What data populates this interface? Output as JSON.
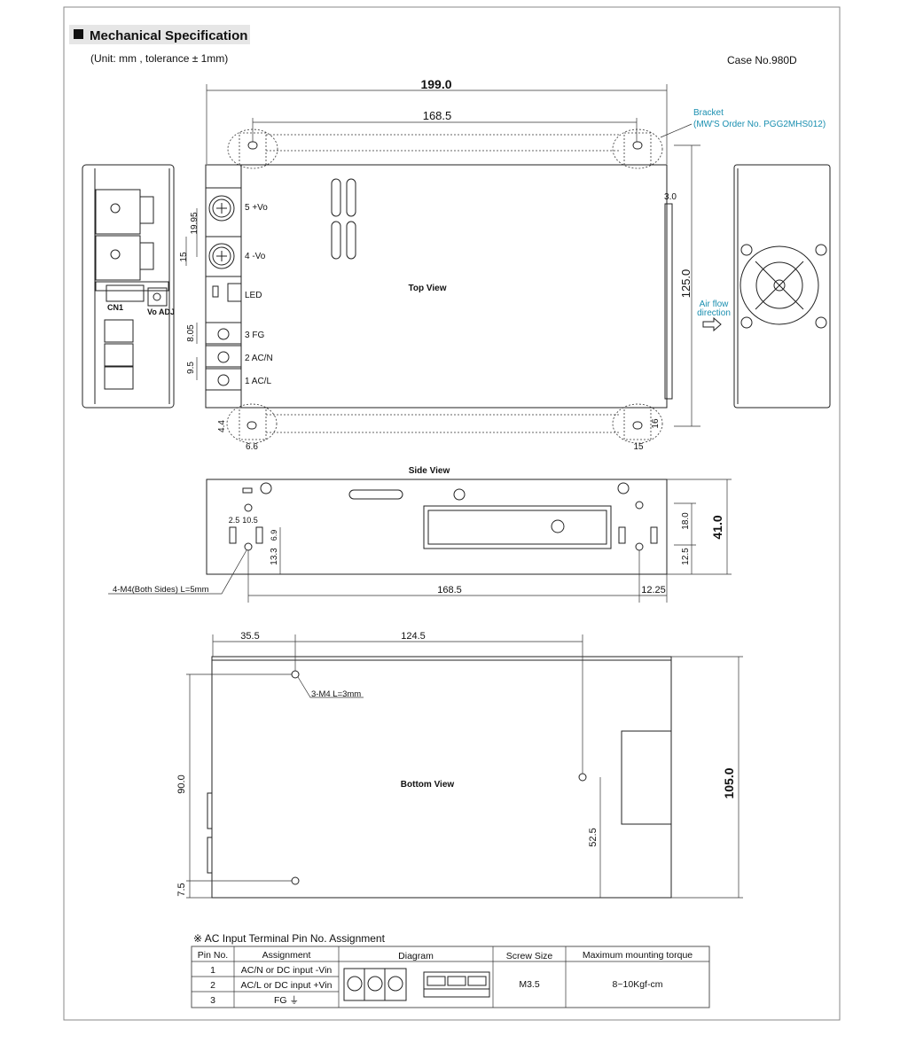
{
  "header": {
    "title": "Mechanical Specification",
    "unit_note": "(Unit: mm , tolerance ± 1mm)",
    "case_no": "Case No.980D"
  },
  "top_view": {
    "label": "Top View",
    "dim_overall_length": "199.0",
    "dim_bracket_pitch": "168.5",
    "bracket_label": "Bracket",
    "bracket_order": "(MW'S Order No. PGG2MHS012)",
    "dim_fan_offset": "3.0",
    "dim_width": "125.0",
    "airflow_line1": "Air flow",
    "airflow_line2": "direction",
    "terminals": [
      "5 +Vo",
      "4 -Vo",
      "LED",
      "3 FG",
      "2 AC/N",
      "1 AC/L"
    ],
    "dim_output_pitch": "19.95",
    "dim_output_size": "15",
    "dim_fg_pitch": "8.05",
    "dim_ac_pitch": "9.5",
    "dim_slot_height": "4.4",
    "dim_slot_width": "6.6",
    "dim_bracket_16": "16",
    "dim_bracket_15": "15",
    "cn1_label": "CN1",
    "voadj_label": "Vo ADJ"
  },
  "side_view": {
    "label": "Side View",
    "dim_2_5": "2.5",
    "dim_10_5": "10.5",
    "dim_6_9": "6.9",
    "dim_13_3": "13.3",
    "dim_18_0": "18.0",
    "dim_12_5": "12.5",
    "dim_height": "41.0",
    "dim_hole_pitch": "168.5",
    "dim_12_25": "12.25",
    "screw_note": "4-M4(Both Sides) L=5mm"
  },
  "bottom_view": {
    "label": "Bottom View",
    "dim_35_5": "35.5",
    "dim_124_5": "124.5",
    "screw_note": "3-M4 L=3mm",
    "dim_90_0": "90.0",
    "dim_52_5": "52.5",
    "dim_7_5": "7.5",
    "dim_105_0": "105.0"
  },
  "pin_table": {
    "title": "※ AC Input Terminal Pin No.  Assignment",
    "headers": [
      "Pin No.",
      "Assignment",
      "Diagram",
      "Screw Size",
      "Maximum mounting torque"
    ],
    "rows": [
      {
        "pin": "1",
        "assignment": "AC/N or DC input  -Vin"
      },
      {
        "pin": "2",
        "assignment": "AC/L or DC input  +Vin"
      },
      {
        "pin": "3",
        "assignment": "FG ⏚"
      }
    ],
    "screw_size": "M3.5",
    "torque": "8~10Kgf-cm"
  }
}
